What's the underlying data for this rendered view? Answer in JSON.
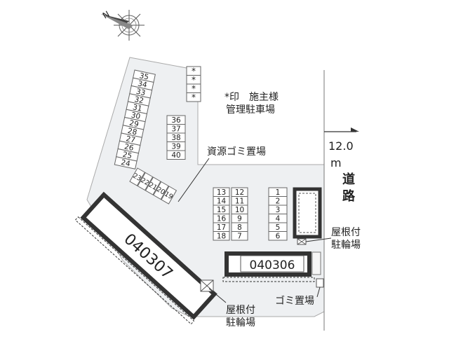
{
  "compass": {
    "north_label": "N"
  },
  "legend": {
    "line1": "*印　施主様",
    "line2": "管理駐車場"
  },
  "road": {
    "width": "12.0",
    "unit": "m",
    "label_chars": [
      "道",
      "路"
    ]
  },
  "buildings": {
    "main": "040307",
    "second": "040306"
  },
  "labels": {
    "resource_garbage": "資源ゴミ置場",
    "garbage": "ゴミ置場",
    "bike_left_1": "屋根付",
    "bike_left_2": "駐輪場",
    "bike_right_1": "屋根付",
    "bike_right_2": "駐輪場"
  },
  "owner_marks": [
    "*",
    "*",
    "*",
    "*"
  ],
  "spaces": {
    "left_strip": [
      "35",
      "34",
      "33",
      "32",
      "31",
      "30",
      "29",
      "28",
      "27",
      "26",
      "25",
      "24"
    ],
    "mid_block": [
      "36",
      "37",
      "38",
      "39",
      "40"
    ],
    "angled": [
      "23",
      "22",
      "21",
      "20",
      "19"
    ],
    "center_left": [
      "13",
      "14",
      "15",
      "16",
      "17",
      "18"
    ],
    "center_right": [
      "12",
      "11",
      "10",
      "9",
      "8",
      "7"
    ],
    "right_column": [
      "1",
      "2",
      "3",
      "4",
      "5",
      "6"
    ]
  }
}
